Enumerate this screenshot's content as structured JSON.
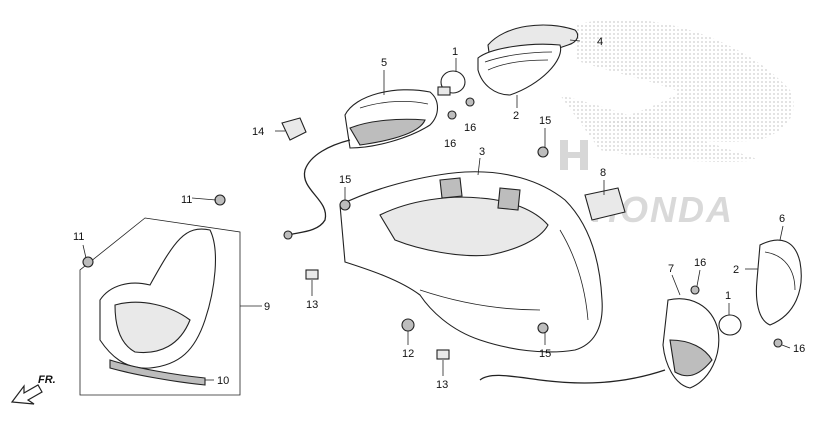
{
  "diagram": {
    "callouts": {
      "c1a": "1",
      "c1b": "1",
      "c2a": "2",
      "c2b": "2",
      "c3": "3",
      "c4": "4",
      "c5": "5",
      "c6": "6",
      "c7": "7",
      "c8": "8",
      "c9": "9",
      "c10": "10",
      "c11a": "11",
      "c11b": "11",
      "c12": "12",
      "c13a": "13",
      "c13b": "13",
      "c14": "14",
      "c15a": "15",
      "c15b": "15",
      "c15c": "15",
      "c16a": "16",
      "c16b": "16",
      "c16c": "16",
      "c16d": "16"
    },
    "direction_marker": "FR.",
    "brand_watermark": "HONDA",
    "colors": {
      "ink": "#222222",
      "watermark": "#d2d2d2",
      "shade": "#bdbdbd"
    }
  }
}
